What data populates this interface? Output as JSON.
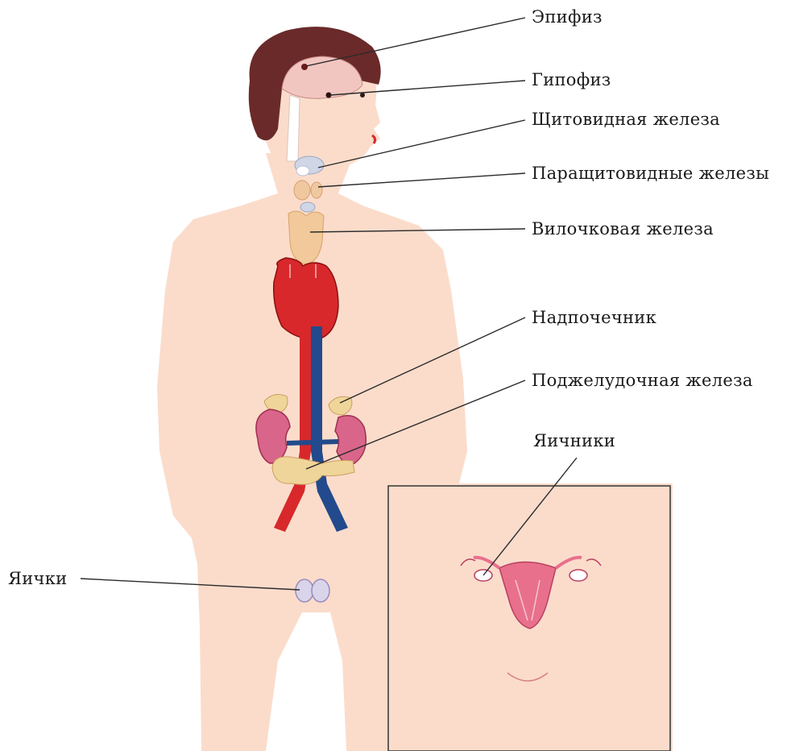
{
  "labels": {
    "epiphysis": "Эпифиз",
    "pituitary": "Гипофиз",
    "thyroid": "Щитовидная железа",
    "parathyroid": "Паращитовидные железы",
    "thymus": "Вилочковая железа",
    "adrenal": "Надпочечник",
    "pancreas": "Поджелудочная железа",
    "ovaries": "Яичники",
    "testes": "Яички"
  },
  "colors": {
    "body_fill": "#fbdccb",
    "hair": "#6a2a2a",
    "brain": "#f2c6c0",
    "heart": "#d8282b",
    "aorta": "#d8282b",
    "vena_cava": "#234a8c",
    "kidney": "#d9668a",
    "gland_yellow": "#f0d59a",
    "thyroid_blue": "#cfd6e6",
    "uterus": "#e8708c",
    "leader_line": "#2a2a2a"
  }
}
